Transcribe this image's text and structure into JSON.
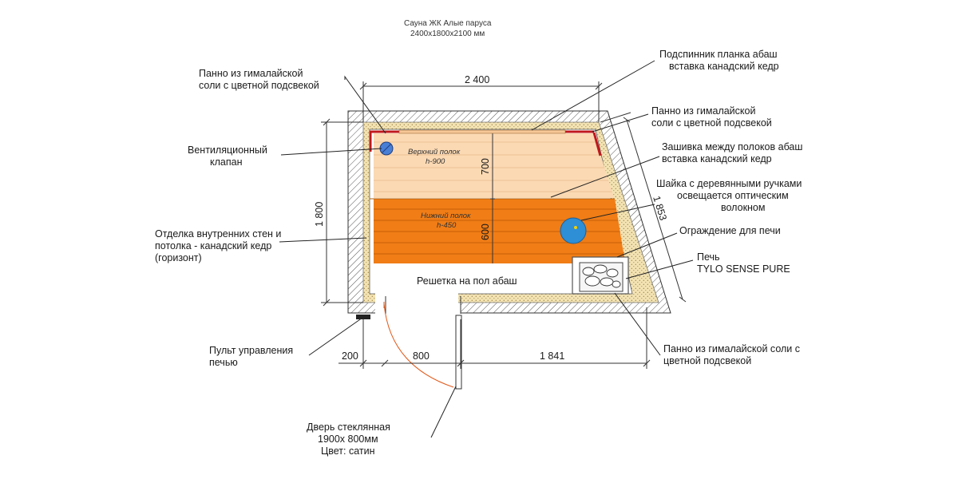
{
  "title": {
    "line1": "Сауна ЖК Алые паруса",
    "line2": "2400x1800x2100 мм"
  },
  "dimensions": {
    "width_top": "2 400",
    "height_left": "1 800",
    "diagonal": "1 853",
    "upper_shelf": "700",
    "lower_shelf": "600",
    "bottom_left": "200",
    "bottom_door": "800",
    "bottom_right": "1 841"
  },
  "shelves": {
    "upper": {
      "line1": "Верхний полок",
      "line2": "h-900"
    },
    "lower": {
      "line1": "Нижний полок",
      "line2": "h-450"
    }
  },
  "floor_label": "Решетка на пол абаш",
  "labels": {
    "panel_top_left": [
      "Панно из  гималайской",
      "соли с цветной подсвекой"
    ],
    "ventilation": [
      "Вентиляционный",
      "клапан"
    ],
    "wall_finish": [
      "Отделка внутренних стен и",
      "потолка - канадский кедр",
      "(горизонт)"
    ],
    "control": [
      "Пульт управления",
      "печью"
    ],
    "door": [
      "Дверь стеклянная",
      "1900х 800мм",
      "Цвет: сатин"
    ],
    "backrest": [
      "Подспинник  планка абаш",
      "вставка канадский кедр"
    ],
    "panel_top_right": [
      "Панно из  гималайской",
      "соли с цветной подсвекой"
    ],
    "between_shelves": [
      "Зашивка между полоков абаш",
      "вставка  канадский кедр"
    ],
    "bucket": [
      "Шайка с деревянными ручками",
      "освещается оптическим",
      "волокном"
    ],
    "stove_fence": [
      "Ограждение для печи"
    ],
    "stove": [
      "Печь",
      "TYLO SENSE PURE"
    ],
    "panel_bottom_right": [
      "Панно из  гималайской соли с",
      "цветной подсвекой"
    ]
  },
  "colors": {
    "lower_shelf": "#f07d16",
    "upper_shelf": "#fbd9b3",
    "insulation": "#f3e3b4",
    "wall_hatch": "#444444",
    "panel_red": "#c0181d",
    "bucket_blue": "#2e8ed6",
    "vent_blue": "#4a7fd6"
  }
}
